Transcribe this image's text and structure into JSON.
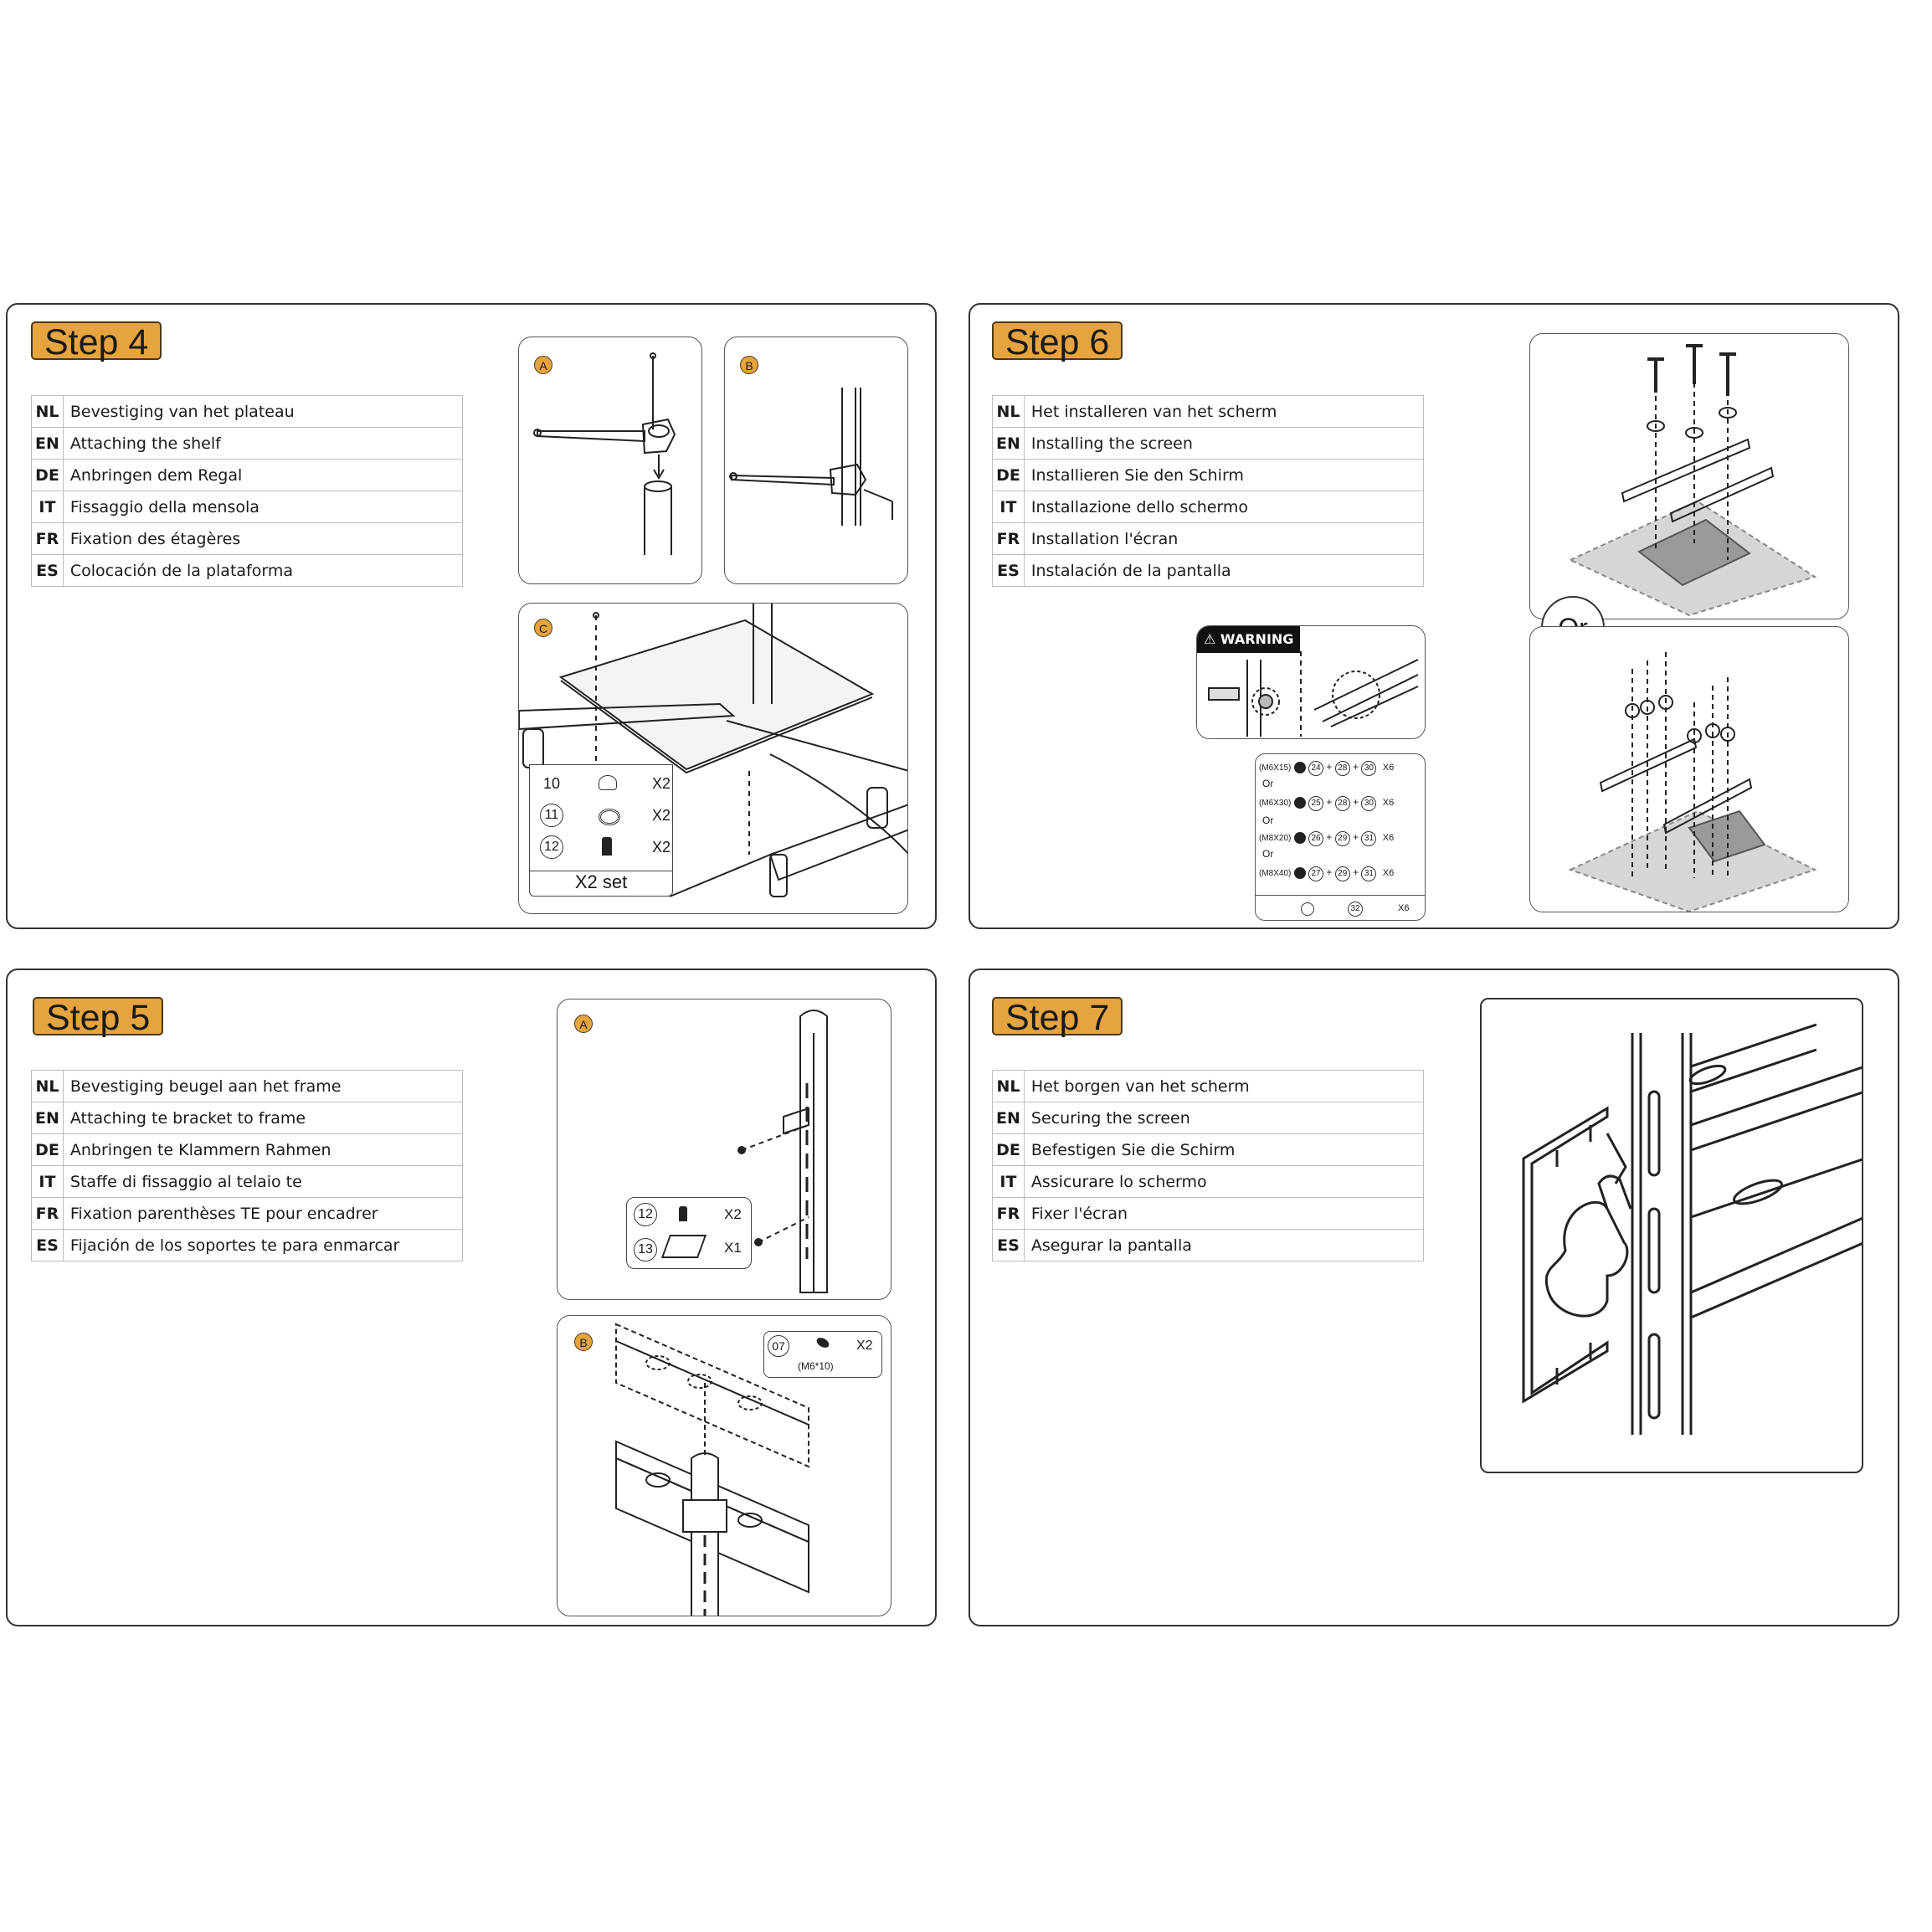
{
  "steps": {
    "step4": {
      "title": "Step 4",
      "rows": [
        {
          "code": "NL",
          "text": "Bevestiging van het plateau"
        },
        {
          "code": "EN",
          "text": "Attaching the shelf"
        },
        {
          "code": "DE",
          "text": "Anbringen dem Regal"
        },
        {
          "code": "IT",
          "text": "Fissaggio della mensola"
        },
        {
          "code": "FR",
          "text": "Fixation des étagères"
        },
        {
          "code": "ES",
          "text": "Colocación de la plataforma"
        }
      ],
      "labels": {
        "a": "A",
        "b": "B",
        "c": "C"
      },
      "parts": [
        {
          "num": "10",
          "qty": "X2"
        },
        {
          "num": "11",
          "qty": "X2"
        },
        {
          "num": "12",
          "qty": "X2"
        }
      ],
      "set_label": "X2 set"
    },
    "step5": {
      "title": "Step 5",
      "rows": [
        {
          "code": "NL",
          "text": "Bevestiging beugel aan het frame"
        },
        {
          "code": "EN",
          "text": "Attaching te bracket to frame"
        },
        {
          "code": "DE",
          "text": "Anbringen te Klammern Rahmen"
        },
        {
          "code": "IT",
          "text": "Staffe di fissaggio al telaio te"
        },
        {
          "code": "FR",
          "text": "Fixation parenthèses TE pour encadrer"
        },
        {
          "code": "ES",
          "text": "Fijación de los soportes te para enmarcar"
        }
      ],
      "labels": {
        "a": "A",
        "b": "B"
      },
      "parts_a": [
        {
          "num": "12",
          "qty": "X2"
        },
        {
          "num": "13",
          "qty": "X1"
        }
      ],
      "part_b": {
        "num": "07",
        "qty": "X2",
        "size": "(M6*10)"
      }
    },
    "step6": {
      "title": "Step 6",
      "rows": [
        {
          "code": "NL",
          "text": "Het installeren van het scherm"
        },
        {
          "code": "EN",
          "text": "Installing the screen"
        },
        {
          "code": "DE",
          "text": "Installieren Sie den Schirm"
        },
        {
          "code": "IT",
          "text": "Installazione dello schermo"
        },
        {
          "code": "FR",
          "text": "Installation l'écran"
        },
        {
          "code": "ES",
          "text": "Instalación de la pantalla"
        }
      ],
      "warning": "WARNING",
      "or_label": "Or",
      "or_small": "Or",
      "screws": [
        {
          "size": "(M6X15)",
          "a": "24",
          "b": "28",
          "c": "30",
          "qty": "X6"
        },
        {
          "size": "(M6X30)",
          "a": "25",
          "b": "28",
          "c": "30",
          "qty": "X6"
        },
        {
          "size": "(M8X20)",
          "a": "26",
          "b": "29",
          "c": "31",
          "qty": "X6"
        },
        {
          "size": "(M8X40)",
          "a": "27",
          "b": "29",
          "c": "31",
          "qty": "X6"
        }
      ],
      "extra": {
        "num": "32",
        "qty": "X6"
      }
    },
    "step7": {
      "title": "Step 7",
      "rows": [
        {
          "code": "NL",
          "text": "Het borgen van het scherm"
        },
        {
          "code": "EN",
          "text": "Securing the screen"
        },
        {
          "code": "DE",
          "text": "Befestigen Sie die Schirm"
        },
        {
          "code": "IT",
          "text": "Assicurare lo schermo"
        },
        {
          "code": "FR",
          "text": "Fixer l'écran"
        },
        {
          "code": "ES",
          "text": "Asegurar la pantalla"
        }
      ]
    }
  },
  "colors": {
    "badge": "#e5a440",
    "border": "#333333",
    "plate": "#cccccc"
  }
}
